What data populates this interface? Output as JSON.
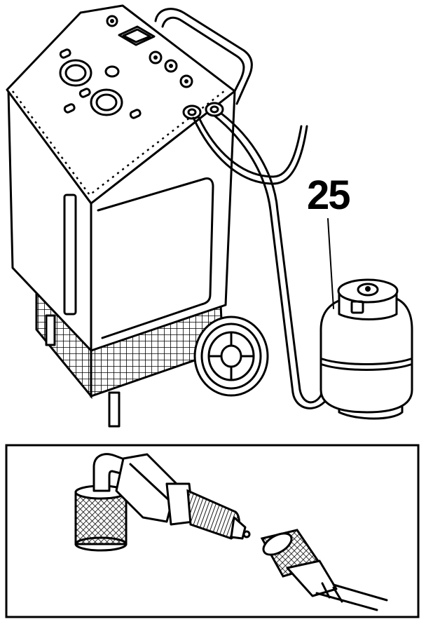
{
  "figure": {
    "callout_label": "25",
    "parts": {
      "recovery_station": "recovery-station",
      "refrigerant_tank": "refrigerant-tank",
      "hoses": "service-hoses",
      "fitting_detail": "fitting-detail-inset"
    }
  }
}
